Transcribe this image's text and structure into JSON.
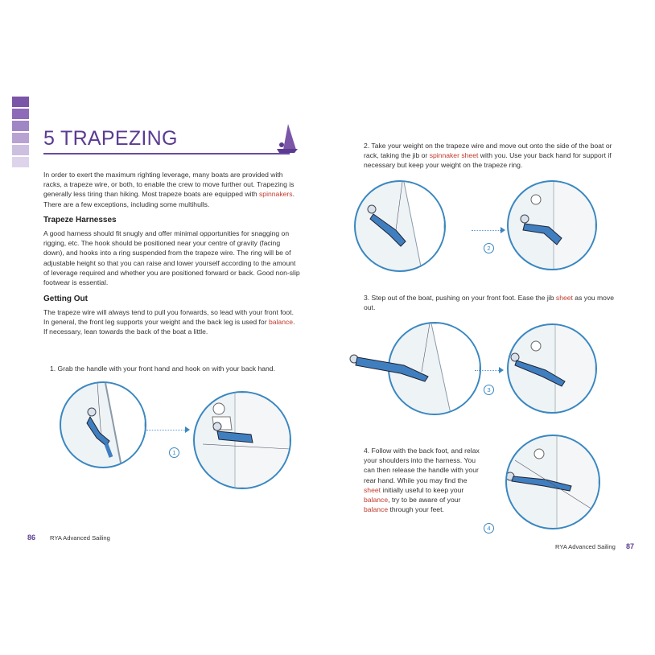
{
  "left_page": {
    "title": "5 TRAPEZING",
    "intro": [
      "In order to exert the maximum righting leverage, many boats are provided with racks, a trapeze wire, or both, to enable the crew to move further out. Trapezing is generally less tiring than hiking. Most trapeze boats are equipped with ",
      "spinnakers",
      ". There are a few exceptions, including some multihulls."
    ],
    "heading1": "Trapeze Harnesses",
    "para1": "A good harness should fit snugly and offer minimal opportunities for snagging on rigging, etc. The hook should be positioned near your centre of gravity (facing down), and hooks into a ring suspended from the trapeze wire. The ring will be of adjustable height so that you can raise and lower yourself according to the amount of leverage required and whether you are positioned forward or back. Good non-slip footwear is essential.",
    "heading2": "Getting Out",
    "para2": [
      "The trapeze wire will always tend to pull you forwards, so lead with your front foot. In general, the front leg supports your weight and the back leg is used for ",
      "balance",
      ". If necessary, lean towards the back of the boat a little."
    ],
    "step1": "1. Grab the handle with your front hand and hook on with your back hand.",
    "step1_num": "1",
    "page_number": "86",
    "footer": "RYA Advanced Sailing"
  },
  "right_page": {
    "step2": [
      "2. Take your weight on the trapeze wire and move out onto the side of the boat or rack, taking the jib or ",
      "spinnaker sheet",
      " with you. Use your back hand for support if necessary but keep your weight on the trapeze ring."
    ],
    "step2_num": "2",
    "step3": [
      "3. Step out of the boat, pushing on your front foot. Ease the jib ",
      "sheet",
      " as you move out."
    ],
    "step3_num": "3",
    "step4": [
      "4. Follow with the back foot, and relax your shoulders into the harness. You can then release the handle with your rear hand. While you may find the ",
      "sheet",
      " initially useful to keep your ",
      "balance",
      ", try to be aware of your ",
      "balance",
      " through your feet."
    ],
    "step4_num": "4",
    "page_number": "87",
    "footer": "RYA Advanced Sailing"
  },
  "colors": {
    "accent": "#5b3b92",
    "link_red": "#c0392b",
    "circle_border": "#3a87c0",
    "crew_blue": "#3f7fc0"
  },
  "icons": [
    "sailboat-icon",
    "trapeze-illustration"
  ]
}
